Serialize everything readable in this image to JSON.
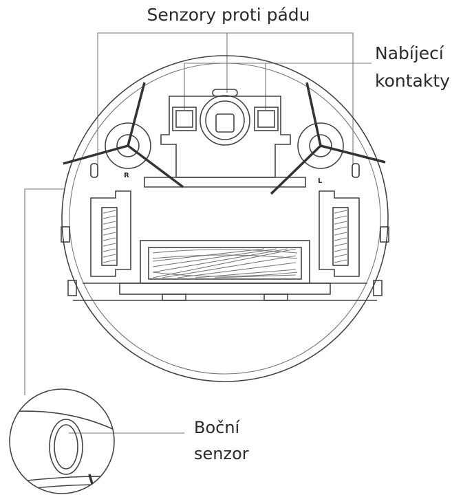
{
  "labels": {
    "cliff_sensors": "Senzory proti pádu",
    "charging_contacts_line1": "Nabíjecí",
    "charging_contacts_line2": "kontakty",
    "side_sensor_line1": "Boční",
    "side_sensor_line2": "senzor",
    "brush_right": "R",
    "brush_left": "L"
  }
}
